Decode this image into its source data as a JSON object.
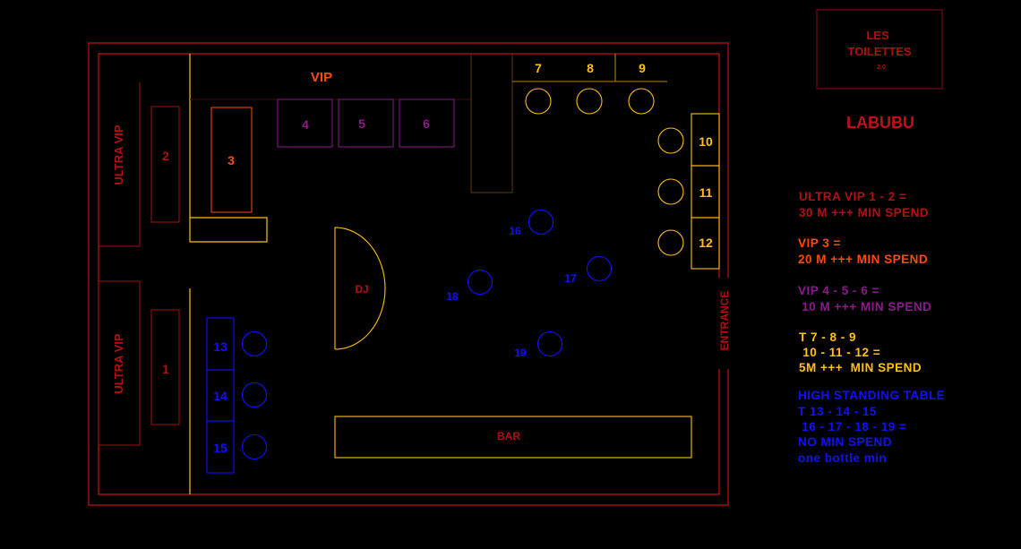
{
  "colors": {
    "background": "#000000",
    "wall": "#c0101a",
    "ultra_vip": "#b01010",
    "vip3": "#ff4a0a",
    "vip456": "#8a1a8a",
    "tables": "#ffc010",
    "high_standing": "#1010ff"
  },
  "header": {
    "toilets_line1": "LES",
    "toilets_line2": "TOILETTES",
    "toilets_version": "2.0",
    "venue_name": "LABUBU"
  },
  "plan": {
    "ultra_vip_top": "ULTRA VIP",
    "ultra_vip_bottom": "ULTRA VIP",
    "vip_label": "VIP",
    "dj_label": "DJ",
    "bar_label": "BAR",
    "entrance_label": "ENTRANCE",
    "tables": {
      "t1": "1",
      "t2": "2",
      "t3": "3",
      "t4": "4",
      "t5": "5",
      "t6": "6",
      "t7": "7",
      "t8": "8",
      "t9": "9",
      "t10": "10",
      "t11": "11",
      "t12": "12",
      "t13": "13",
      "t14": "14",
      "t15": "15",
      "t16": "16",
      "t17": "17",
      "t18": "18",
      "t19": "19"
    }
  },
  "legend": {
    "ultra_vip": [
      "ULTRA VIP 1 - 2 =",
      "30 M +++ MIN SPEND"
    ],
    "vip3": [
      "VIP 3 =",
      "20 M +++ MIN SPEND"
    ],
    "vip456": [
      "VIP 4 - 5 - 6 =",
      " 10 M +++ MIN SPEND"
    ],
    "tables": [
      "T 7 - 8 - 9",
      " 10 - 11 - 12 =",
      "5M +++  MIN SPEND"
    ],
    "high_standing": [
      "HIGH STANDING TABLE",
      "T 13 - 14 - 15",
      " 16 - 17 - 18 - 19 =",
      "NO MIN SPEND",
      "one bottle min"
    ]
  }
}
